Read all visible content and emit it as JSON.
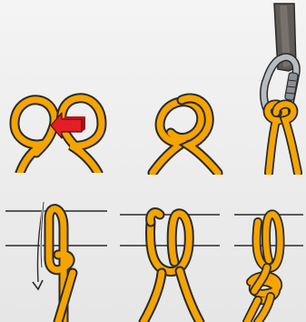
{
  "colors": {
    "background_top": "#f4f4f4",
    "background_bottom": "#e6e6e6",
    "rope": "#f5a400",
    "rope_outline": "#2a2a2a",
    "arrow": "#e41e26",
    "arrow_outline": "#4a1010",
    "anchor_strap": "#5f5b57",
    "carabiner": "#b8bcc0",
    "carabiner_dark": "#6e7377",
    "line": "#2a2a2a",
    "direction_arrow": "#2a2a2a"
  },
  "steps": [
    {
      "id": 1,
      "icon": "two-loops-overlap-icon"
    },
    {
      "id": 2,
      "icon": "clove-hitch-formed-icon"
    },
    {
      "id": 3,
      "icon": "clove-hitch-on-carabiner-icon"
    },
    {
      "id": 4,
      "icon": "rope-wrap-around-line-icon"
    },
    {
      "id": 5,
      "icon": "second-wrap-around-line-icon"
    },
    {
      "id": 6,
      "icon": "knot-tied-around-line-icon"
    }
  ]
}
